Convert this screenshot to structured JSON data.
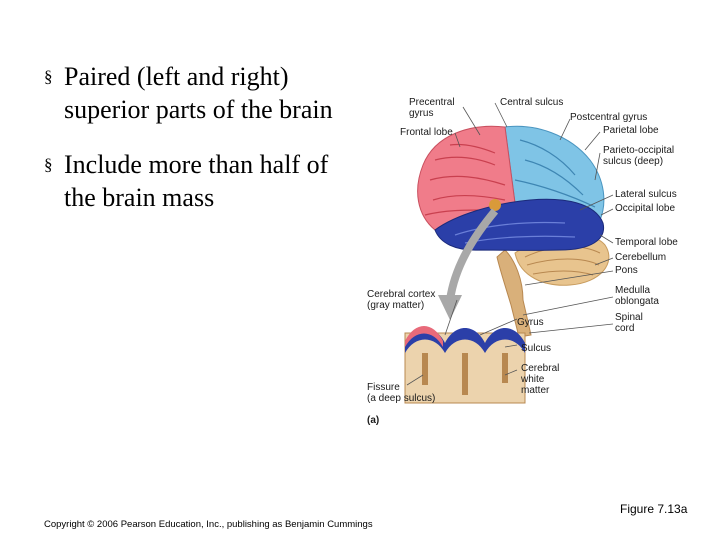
{
  "bullets": [
    {
      "text": "Paired (left and right) superior parts of the brain"
    },
    {
      "text": "Include more than half of the brain mass"
    }
  ],
  "figure": {
    "labels": {
      "precentral_gyrus": "Precentral\ngyrus",
      "frontal_lobe": "Frontal lobe",
      "central_sulcus": "Central sulcus",
      "postcentral_gyrus": "Postcentral gyrus",
      "parietal_lobe": "Parietal lobe",
      "parieto_occipital_sulcus": "Parieto-occipital\nsulcus (deep)",
      "lateral_sulcus": "Lateral sulcus",
      "occipital_lobe": "Occipital lobe",
      "temporal_lobe": "Temporal lobe",
      "cerebellum": "Cerebellum",
      "pons": "Pons",
      "medulla_oblongata": "Medulla\noblongata",
      "spinal_cord": "Spinal\ncord",
      "cerebral_cortex": "Cerebral cortex\n(gray matter)",
      "gyrus": "Gyrus",
      "sulcus": "Sulcus",
      "cerebral_white_matter": "Cerebral\nwhite\nmatter",
      "fissure": "Fissure\n(a deep sulcus)",
      "panel": "(a)"
    },
    "colors": {
      "frontal": "#f07c8a",
      "parietal": "#7fc4e6",
      "temporal": "#2b3fa8",
      "cerebellum": "#e8c48e",
      "brainstem": "#d9b07a",
      "arrow": "#a8a8a8"
    }
  },
  "footer": {
    "copyright": "Copyright © 2006 Pearson Education, Inc., publishing as Benjamin Cummings",
    "figure_ref": "Figure 7.13a"
  }
}
